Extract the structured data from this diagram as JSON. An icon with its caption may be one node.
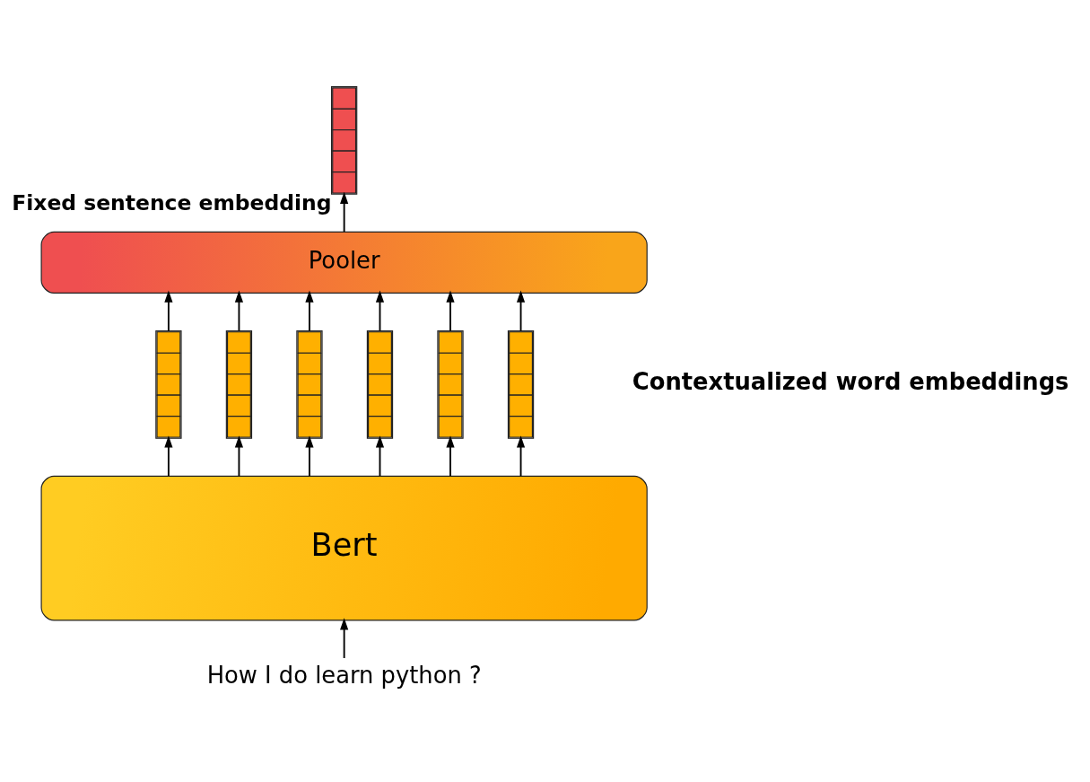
{
  "diagram": {
    "nodes": [
      {
        "text": [],
        "shape": "bar",
        "beside": [
          "Fixed sentence embedding"
        ]
      },
      {
        "text": [
          "Pooler"
        ]
      },
      {
        "text": [],
        "shape": "bar"
      },
      {
        "text": [],
        "shape": "bar"
      },
      {
        "text": [],
        "shape": "bar"
      },
      {
        "text": [],
        "shape": "bar"
      },
      {
        "text": [],
        "shape": "bar"
      },
      {
        "text": [],
        "shape": "bar"
      },
      {
        "text": [
          "Bert"
        ]
      },
      {
        "text": [
          "How I do learn python ?"
        ]
      }
    ],
    "edges": [
      {
        "from": 9,
        "to": 8,
        "arrow": "to"
      },
      {
        "from": 8,
        "to": 2,
        "arrow": "to"
      },
      {
        "from": 8,
        "to": 3,
        "arrow": "to"
      },
      {
        "from": 8,
        "to": 4,
        "arrow": "to"
      },
      {
        "from": 8,
        "to": 5,
        "arrow": "to"
      },
      {
        "from": 8,
        "to": 6,
        "arrow": "to"
      },
      {
        "from": 8,
        "to": 7,
        "arrow": "to"
      },
      {
        "from": 2,
        "to": 1,
        "arrow": "to"
      },
      {
        "from": 3,
        "to": 1,
        "arrow": "to"
      },
      {
        "from": 4,
        "to": 1,
        "arrow": "to"
      },
      {
        "from": 5,
        "to": 1,
        "arrow": "to"
      },
      {
        "from": 6,
        "to": 1,
        "arrow": "to"
      },
      {
        "from": 7,
        "to": 1,
        "arrow": "to"
      },
      {
        "from": 1,
        "to": 0,
        "arrow": "to"
      }
    ],
    "labels": [
      "Contextualized word embeddings"
    ]
  }
}
